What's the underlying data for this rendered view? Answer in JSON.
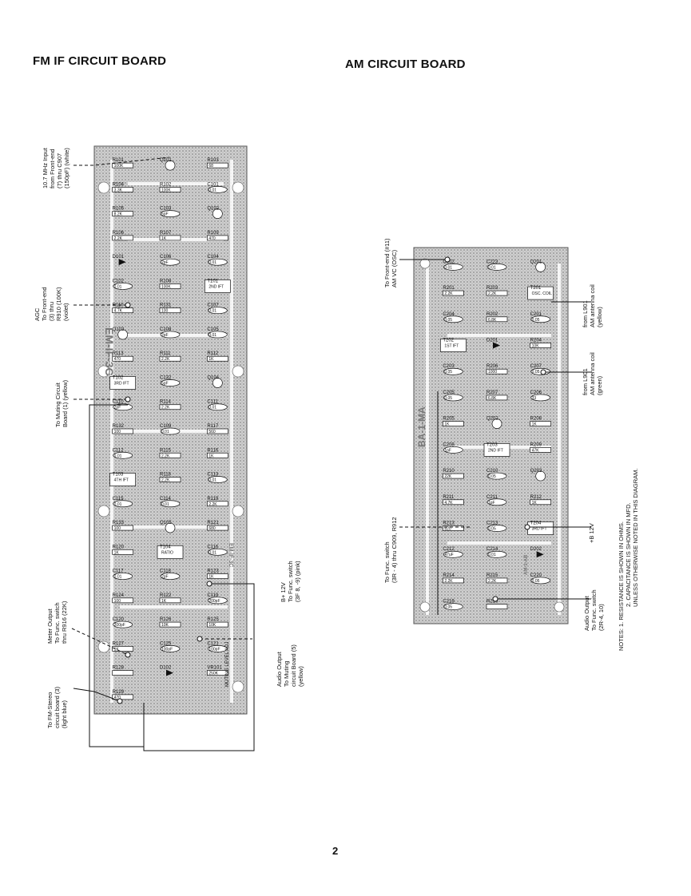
{
  "page": {
    "fm_title": "FM IF CIRCUIT BOARD",
    "am_title": "AM CIRCUIT BOARD",
    "page_number": "2"
  },
  "fm_board": {
    "annotations": [
      {
        "id": "input",
        "text": "10.7 MHz Input\nfrom Front-end\n(7) thru C907\n(150pF) (white)"
      },
      {
        "id": "agc",
        "text": "AGC\nTo Front-end\n(3) thru\nR910 (100K)\n(violet)"
      },
      {
        "id": "muting",
        "text": "To Muting Circuit\nBoard (1) (yellow)"
      },
      {
        "id": "meter",
        "text": "Meter Output\nTo Func. switch\nthru R916 (22K)"
      },
      {
        "id": "fmstereo",
        "text": "To FM-Stereo\ncircuit board (3)\n(light blue)"
      },
      {
        "id": "bplus",
        "text": "B+ 12V\nTo Func. switch\n(3F 8, -9) (pink)"
      },
      {
        "id": "audio",
        "text": "Audio Output\nTo Muting\ncircuit Board (5)\n(yellow)"
      }
    ],
    "components": [
      {
        "ref": "R101",
        "value": "100K"
      },
      {
        "ref": "Q101",
        "value": ""
      },
      {
        "ref": "R103",
        "value": "68"
      },
      {
        "ref": "R104",
        "value": "3.3K"
      },
      {
        "ref": "R102",
        "value": "100K"
      },
      {
        "ref": "C101",
        "value": "0.01"
      },
      {
        "ref": "R105",
        "value": "8.2K"
      },
      {
        "ref": "C103",
        "value": "5pF"
      },
      {
        "ref": "Q102",
        "value": ""
      },
      {
        "ref": "R106",
        "value": "2.2K"
      },
      {
        "ref": "R107",
        "value": "1K"
      },
      {
        "ref": "R109",
        "value": "470"
      },
      {
        "ref": "D101",
        "value": ""
      },
      {
        "ref": "C106",
        "value": "2pF"
      },
      {
        "ref": "C104",
        "value": "0.01"
      },
      {
        "ref": "C102",
        "value": "0.01"
      },
      {
        "ref": "R108",
        "value": "100K"
      },
      {
        "ref": "T101",
        "value": "2ND IFT"
      },
      {
        "ref": "R110",
        "value": "4.7K"
      },
      {
        "ref": "R131",
        "value": "100"
      },
      {
        "ref": "C107",
        "value": "0.01"
      },
      {
        "ref": "Q103",
        "value": ""
      },
      {
        "ref": "C108",
        "value": "2pF"
      },
      {
        "ref": "C105",
        "value": "0.01"
      },
      {
        "ref": "R113",
        "value": "470"
      },
      {
        "ref": "R111",
        "value": "2.2K"
      },
      {
        "ref": "R112",
        "value": "1K"
      },
      {
        "ref": "T102",
        "value": "3RD IFT"
      },
      {
        "ref": "C132",
        "value": "5pF"
      },
      {
        "ref": "Q104",
        "value": ""
      },
      {
        "ref": "C110",
        "value": "2pF"
      },
      {
        "ref": "R114",
        "value": "2.2K"
      },
      {
        "ref": "C111",
        "value": "0.01"
      },
      {
        "ref": "R132",
        "value": "100"
      },
      {
        "ref": "C109",
        "value": "0.01"
      },
      {
        "ref": "R117",
        "value": "560"
      },
      {
        "ref": "C112",
        "value": "0.01"
      },
      {
        "ref": "R115",
        "value": "2.2K"
      },
      {
        "ref": "R116",
        "value": "1K"
      },
      {
        "ref": "T103",
        "value": "4TH IFT"
      },
      {
        "ref": "R118",
        "value": "2.2K"
      },
      {
        "ref": "C113",
        "value": "0.01"
      },
      {
        "ref": "C115",
        "value": "0.01"
      },
      {
        "ref": "C114",
        "value": "0.01"
      },
      {
        "ref": "R119",
        "value": "2.2K"
      },
      {
        "ref": "R133",
        "value": "100"
      },
      {
        "ref": "Q105",
        "value": ""
      },
      {
        "ref": "R121",
        "value": "680"
      },
      {
        "ref": "R120",
        "value": "1K"
      },
      {
        "ref": "T104",
        "value": "RATIO"
      },
      {
        "ref": "C116",
        "value": "0.01"
      },
      {
        "ref": "C117",
        "value": "0.01"
      },
      {
        "ref": "C118",
        "value": "2pF"
      },
      {
        "ref": "R123",
        "value": "1K"
      },
      {
        "ref": "R124",
        "value": "100"
      },
      {
        "ref": "R122",
        "value": "1K"
      },
      {
        "ref": "C119",
        "value": "200pF"
      },
      {
        "ref": "C120",
        "value": "200pF"
      },
      {
        "ref": "R126",
        "value": "10K"
      },
      {
        "ref": "R125",
        "value": "10K"
      },
      {
        "ref": "R127",
        "value": "1K"
      },
      {
        "ref": "C125",
        "value": "100pF"
      },
      {
        "ref": "C121",
        "value": "100pF"
      },
      {
        "ref": "R128",
        "value": ""
      },
      {
        "ref": "D102",
        "value": ""
      },
      {
        "ref": "VR101",
        "value": "250K"
      },
      {
        "ref": "R129",
        "value": "470"
      }
    ],
    "board_marks": [
      "EM-IF-3C",
      "EM-IF-3C"
    ],
    "adjust_label": "MUTING LEVEL ADJ"
  },
  "am_board": {
    "annotations": [
      {
        "id": "frontend",
        "text": "To Front-end (#11)\nAM VC (OSC)"
      },
      {
        "id": "funcswitch",
        "text": "To Func. switch\n(3R - 4) thru C909, R912"
      },
      {
        "id": "l901_yellow",
        "text": "from L901\nAM antenna coil\n(yellow)"
      },
      {
        "id": "l901_green",
        "text": "from L901\nAM antenna coil\n(green)"
      },
      {
        "id": "bplus",
        "text": "+B 12V"
      },
      {
        "id": "audio",
        "text": "Audio Output\nTo Func. switch\n(2R-4, 10)"
      }
    ],
    "components": [
      {
        "ref": "C202",
        "value": "0.01"
      },
      {
        "ref": "C223",
        "value": "0.01"
      },
      {
        "ref": "Q201",
        "value": ""
      },
      {
        "ref": "R201",
        "value": "2.2K"
      },
      {
        "ref": "R203",
        "value": "2.2K"
      },
      {
        "ref": "T201",
        "value": "OSC. COIL"
      },
      {
        "ref": "C204",
        "value": "0.05"
      },
      {
        "ref": "R202",
        "value": "6.8K"
      },
      {
        "ref": "C201",
        "value": "0.05"
      },
      {
        "ref": "T202",
        "value": "1ST IFT"
      },
      {
        "ref": "D201",
        "value": ""
      },
      {
        "ref": "R204",
        "value": "10K"
      },
      {
        "ref": "C203",
        "value": "0.05"
      },
      {
        "ref": "R206",
        "value": "1000"
      },
      {
        "ref": "C207",
        "value": "0.05"
      },
      {
        "ref": "C205",
        "value": "0.05"
      },
      {
        "ref": "R207",
        "value": "6.8K"
      },
      {
        "ref": "C206",
        "value": "33"
      },
      {
        "ref": "R205",
        "value": "1K"
      },
      {
        "ref": "Q202",
        "value": ""
      },
      {
        "ref": "R208",
        "value": "1K"
      },
      {
        "ref": "C208",
        "value": "1pF"
      },
      {
        "ref": "T203",
        "value": "2ND IFT"
      },
      {
        "ref": "R209",
        "value": "47K"
      },
      {
        "ref": "R210",
        "value": "22K"
      },
      {
        "ref": "C210",
        "value": "0.05"
      },
      {
        "ref": "Q203",
        "value": ""
      },
      {
        "ref": "R211",
        "value": "4.7K"
      },
      {
        "ref": "C211",
        "value": "1pF"
      },
      {
        "ref": "R212",
        "value": "1K"
      },
      {
        "ref": "R213",
        "value": "820"
      },
      {
        "ref": "C213",
        "value": "0.05"
      },
      {
        "ref": "T204",
        "value": "3RD IFT"
      },
      {
        "ref": "C212",
        "value": "47uF"
      },
      {
        "ref": "C214",
        "value": "0.01"
      },
      {
        "ref": "D202",
        "value": ""
      },
      {
        "ref": "R214",
        "value": "2.2K"
      },
      {
        "ref": "R215",
        "value": "2.2K"
      },
      {
        "ref": "C220",
        "value": "0.05"
      },
      {
        "ref": "C219",
        "value": "0.05"
      },
      {
        "ref": "R216",
        "value": ""
      }
    ],
    "board_marks": [
      "BA-1-MA",
      "AM-1-AB"
    ]
  },
  "notes": {
    "lines": [
      "NOTES: 1. RESISTANCE IS SHOWN IN OHMS.",
      "2. CAPACITANCE IS SHOWN IN MFD.",
      "UNLESS OTHERWISE NOTED IN THIS DIAGRAM."
    ]
  }
}
